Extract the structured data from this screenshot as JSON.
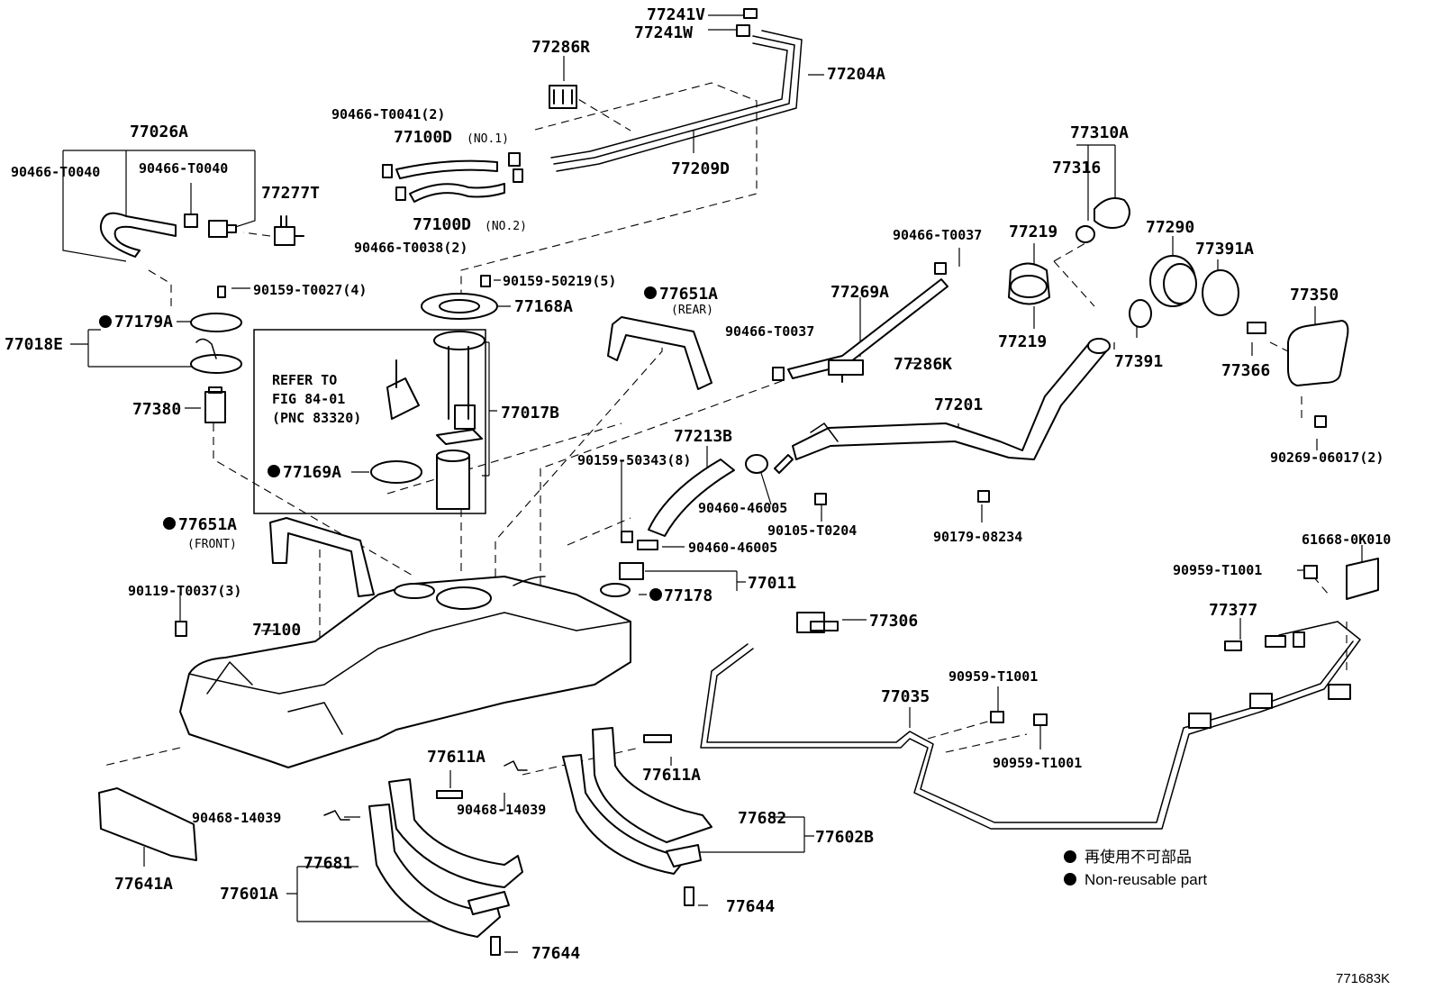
{
  "diagram": {
    "figure_code": "771683K",
    "labels": {
      "p77241V": "77241V",
      "p77241W": "77241W",
      "p77286R": "77286R",
      "p77204A": "77204A",
      "p90466_T0041": "90466-T0041(2)",
      "p77100D_1": "77100D",
      "no1": "(NO.1)",
      "p77209D": "77209D",
      "p77100D_2": "77100D",
      "no2": "(NO.2)",
      "p90466_T0038": "90466-T0038(2)",
      "p77026A": "77026A",
      "p90466_T0040a": "90466-T0040",
      "p90466_T0040b": "90466-T0040",
      "p77277T": "77277T",
      "p90159_T0027": "90159-T0027(4)",
      "p77179A": "77179A",
      "p77018E": "77018E",
      "p77380": "77380",
      "p90159_50219": "90159-50219(5)",
      "p77168A": "77168A",
      "refer1": "REFER TO",
      "refer2": "FIG 84-01",
      "refer3": "(PNC 83320)",
      "p77017B": "77017B",
      "p77169A": "77169A",
      "p77651A_rear": "77651A",
      "rear": "(REAR)",
      "p77651A_front": "77651A",
      "front": "(FRONT)",
      "p90466_T0037a": "90466-T0037",
      "p90466_T0037b": "90466-T0037",
      "p77269A": "77269A",
      "p77286K": "77286K",
      "p77310A": "77310A",
      "p77316": "77316",
      "p77219a": "77219",
      "p77219b": "77219",
      "p77290": "77290",
      "p77391A": "77391A",
      "p77391": "77391",
      "p77350": "77350",
      "p77366": "77366",
      "p90269_06017": "90269-06017(2)",
      "p77201": "77201",
      "p77213B": "77213B",
      "p90159_50343": "90159-50343(8)",
      "p90460_46005a": "90460-46005",
      "p90105_T0204": "90105-T0204",
      "p90179_08234": "90179-08234",
      "p90460_46005b": "90460-46005",
      "p77011": "77011",
      "p77178": "77178",
      "p61668_0K010": "61668-0K010",
      "p90959_T1001a": "90959-T1001",
      "p77377": "77377",
      "p90119_T0037": "90119-T0037(3)",
      "p77100": "77100",
      "p77306": "77306",
      "p90959_T1001b": "90959-T1001",
      "p77035": "77035",
      "p90959_T1001c": "90959-T1001",
      "p77611A_a": "77611A",
      "p77611A_b": "77611A",
      "p90468_14039a": "90468-14039",
      "p90468_14039b": "90468-14039",
      "p77682": "77682",
      "p77602B": "77602B",
      "p77681": "77681",
      "p77601A": "77601A",
      "p77641A": "77641A",
      "p77644a": "77644",
      "p77644b": "77644"
    },
    "legend": {
      "japanese": "再使用不可部品",
      "english": "Non-reusable part"
    }
  }
}
